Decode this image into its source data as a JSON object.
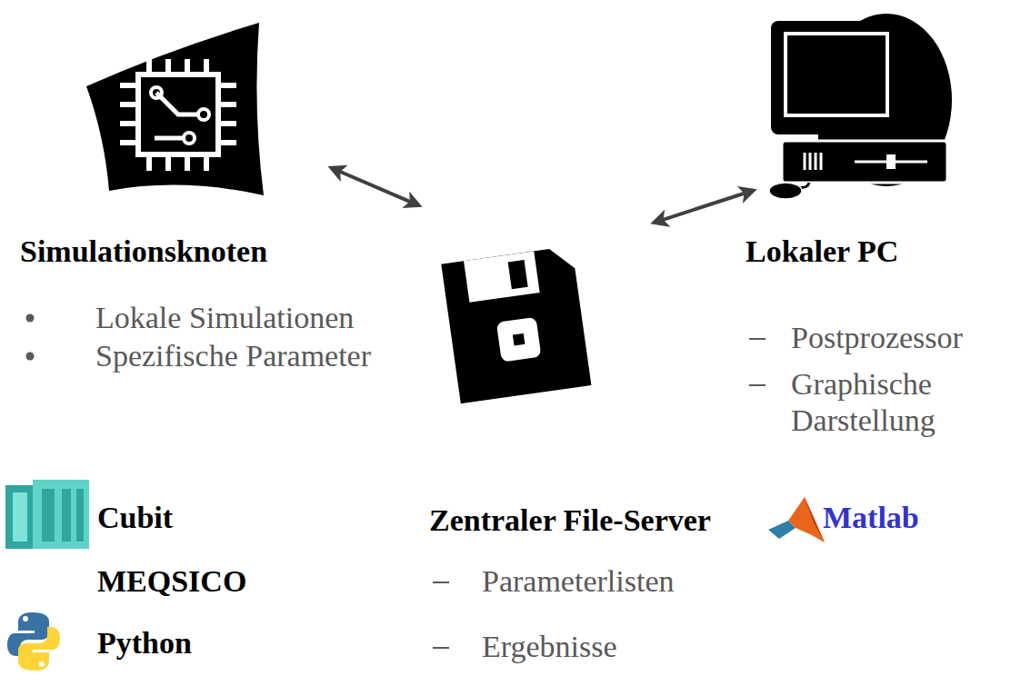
{
  "diagram": {
    "nodes": [
      {
        "text": [
          "Simulationsknoten",
          "Lokale Simulationen",
          "Spezifische Parameter"
        ]
      },
      {
        "text": [
          "Zentraler File-Server",
          "Parameterlisten",
          "Ergebnisse"
        ]
      },
      {
        "text": [
          "Lokaler PC",
          "Postprozessor",
          "Graphische Darstellung"
        ]
      }
    ],
    "edges": [
      {
        "from": 0,
        "to": 1,
        "arrow": "both"
      },
      {
        "from": 1,
        "to": 2,
        "arrow": "both"
      }
    ],
    "labels": [
      "Cubit",
      "MEQSICO",
      "Python",
      "Matlab"
    ]
  }
}
